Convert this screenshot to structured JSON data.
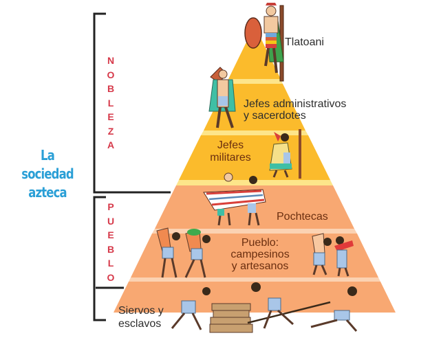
{
  "title": {
    "line1": "La sociedad",
    "line2": "azteca",
    "color": "#2a9fd6"
  },
  "groups": [
    {
      "name": "NOBLEZA",
      "letters": [
        "N",
        "O",
        "B",
        "L",
        "E",
        "Z",
        "A"
      ],
      "color": "#d6394a"
    },
    {
      "name": "PUEBLO",
      "letters": [
        "P",
        "U",
        "E",
        "B",
        "L",
        "O"
      ],
      "color": "#d6394a"
    }
  ],
  "pyramid": {
    "colors": {
      "nobleza_fill": "#fbbb2c",
      "nobleza_separator": "#fde58a",
      "pueblo_fill": "#f8a872",
      "pueblo_separator": "#fbd2b2",
      "bracket": "#222222"
    },
    "levels": [
      {
        "id": "tlatoani",
        "label_lines": [
          "Tlatoani"
        ],
        "group": "NOBLEZA",
        "figure": "ruler-with-shield-and-staff"
      },
      {
        "id": "jefes-administrativos",
        "label_lines": [
          "Jefes administrativos",
          "y sacerdotes"
        ],
        "group": "NOBLEZA",
        "figure": "priest-with-cape"
      },
      {
        "id": "jefes-militares",
        "label_lines": [
          "Jefes",
          "militares"
        ],
        "group": "NOBLEZA",
        "figure": "warrior-with-staff"
      },
      {
        "id": "pochtecas",
        "label_lines": [
          "Pochtecas"
        ],
        "group": "PUEBLO",
        "figure": "merchants-holding-cloth"
      },
      {
        "id": "pueblo",
        "label_lines": [
          "Pueblo:",
          "campesinos",
          "y artesanos"
        ],
        "group": "PUEBLO",
        "figure": "porters-carrying-baskets"
      },
      {
        "id": "siervos",
        "label_lines": [
          "Siervos y",
          "esclavos"
        ],
        "group": "PUEBLO",
        "figure": "slaves-pushing-stone-block"
      }
    ]
  }
}
